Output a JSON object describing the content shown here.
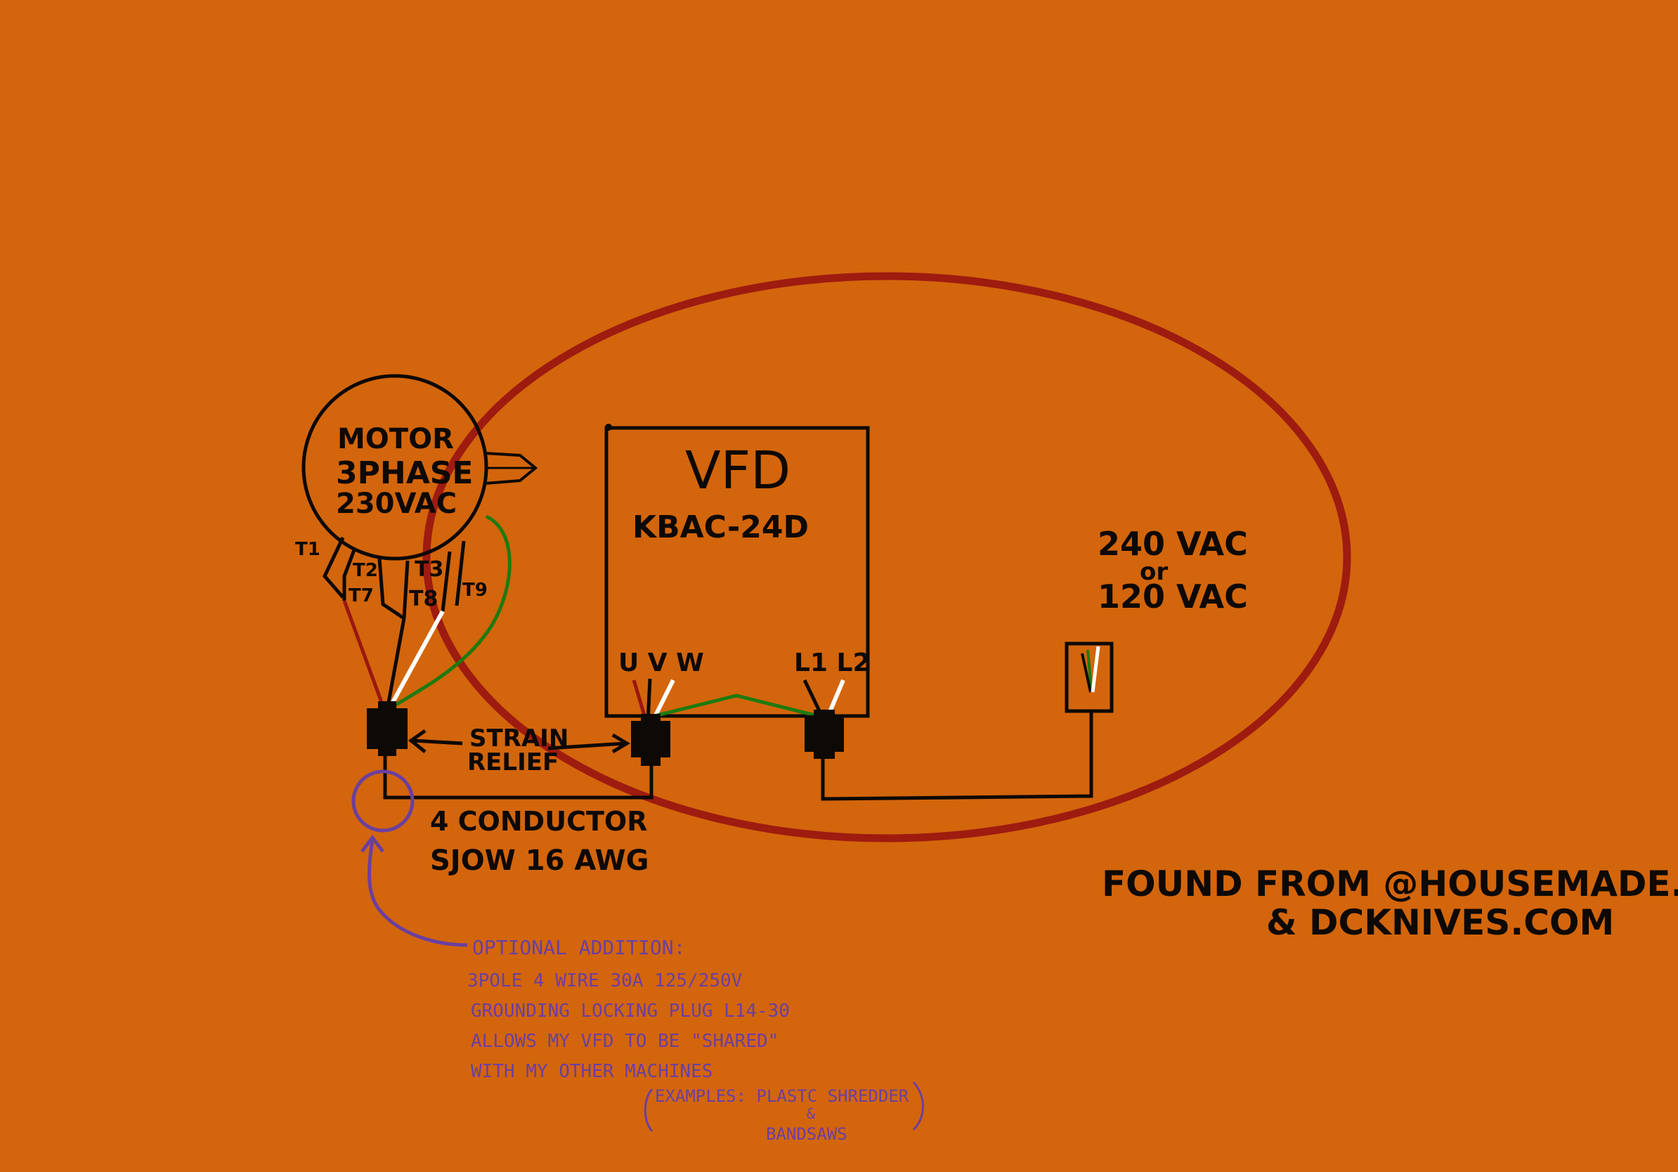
{
  "colors": {
    "background": "#d3650c",
    "ink": "#0d0905",
    "ellipse": "#9e1b10",
    "wire_red": "#9a1710",
    "wire_green": "#1f7a10",
    "wire_white": "#ffffff",
    "annotation": "#6b3fa0"
  },
  "motor": {
    "line1": "MOTOR",
    "line2": "3PHASE",
    "line3": "230VAC",
    "terminals": {
      "t1": "T1",
      "t2": "T2",
      "t3": "T3",
      "t7": "T7",
      "t8": "T8",
      "t9": "T9"
    }
  },
  "vfd": {
    "title": "VFD",
    "model": "KBAC-24D",
    "out_labels": "U V W",
    "in_labels": "L1 L2"
  },
  "source": {
    "line1": "240 VAC",
    "line2": "or",
    "line3": "120 VAC"
  },
  "strain_relief": {
    "line1": "STRAIN",
    "line2": "RELIEF"
  },
  "cable": {
    "line1": "4 CONDUCTOR",
    "line2": "SJOW 16 AWG"
  },
  "credit": {
    "line1": "FOUND FROM @HOUSEMADE.US",
    "line2": "& DCKNIVES.COM"
  },
  "optional": {
    "lines": [
      "OPTIONAL ADDITION:",
      "3POLE 4 WIRE 30A 125/250V",
      "GROUNDING LOCKING PLUG L14-30",
      "ALLOWS MY VFD TO BE \"SHARED\"",
      "WITH MY OTHER MACHINES"
    ],
    "examples_1": "EXAMPLES: PLASTC SHREDDER",
    "examples_amp": "&",
    "examples_2": "BANDSAWS"
  }
}
